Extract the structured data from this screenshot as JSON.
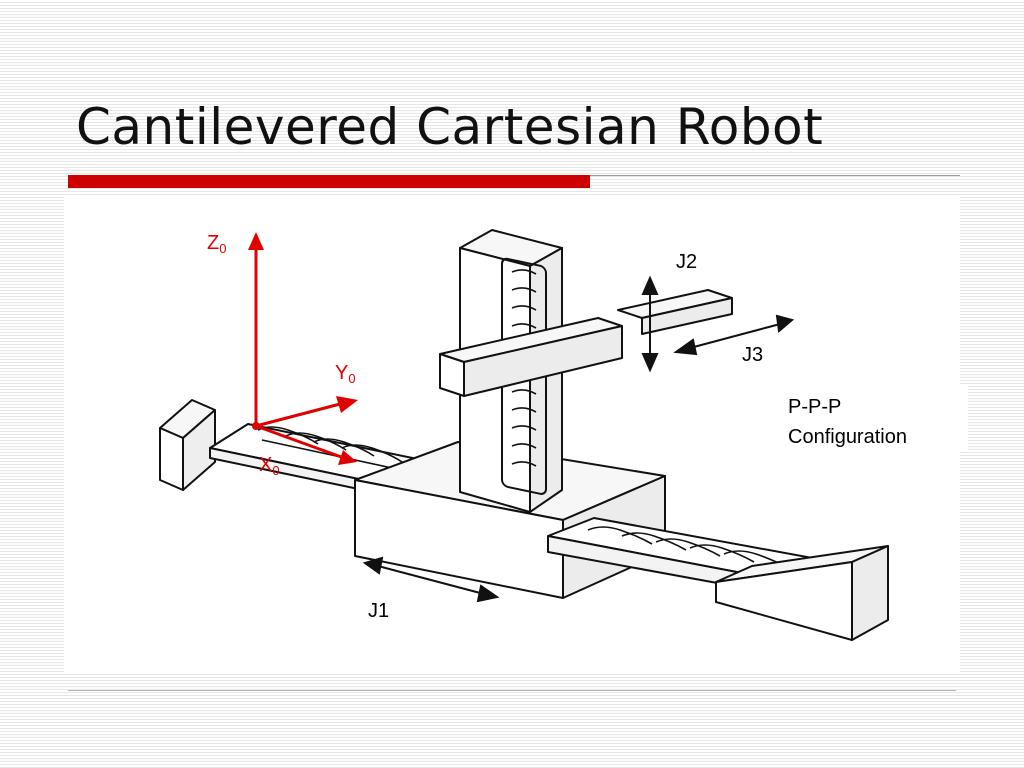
{
  "slide": {
    "title": "Cantilevered Cartesian Robot"
  },
  "diagram": {
    "axes": {
      "z": {
        "letter": "Z",
        "subscript": "0"
      },
      "y": {
        "letter": "Y",
        "subscript": "0"
      },
      "x": {
        "letter": "X",
        "subscript": "0"
      },
      "color": "#e00000"
    },
    "joints": {
      "j1": "J1",
      "j2": "J2",
      "j3": "J3"
    },
    "configuration": {
      "line1": "P-P-P",
      "line2": "Configuration"
    }
  },
  "colors": {
    "accent_red": "#cc0000",
    "axis_red": "#e00000",
    "text": "#111111"
  }
}
